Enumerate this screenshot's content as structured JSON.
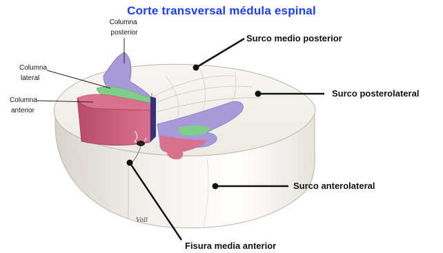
{
  "title": "Corte transversal médula espinal",
  "labels": {
    "columna_posterior": [
      "Columna",
      "posterior"
    ],
    "columna_lateral": [
      "Columna",
      "lateral"
    ],
    "columna_anterior": [
      "Columna",
      "anterior"
    ],
    "surco_medio_posterior": "Surco medio posterior",
    "surco_posterolateral": "Surco posterolateral",
    "surco_anterolateral": "Surco anterolateral",
    "fisura_media_anterior": "Fisura media anterior",
    "signature": "Voll"
  },
  "colors": {
    "title": "#1a3cff",
    "posterior": "#a89ad8",
    "lateral": "#7fcf8a",
    "anterior": "#d9728f",
    "white_matter": "#f3f1ec"
  }
}
